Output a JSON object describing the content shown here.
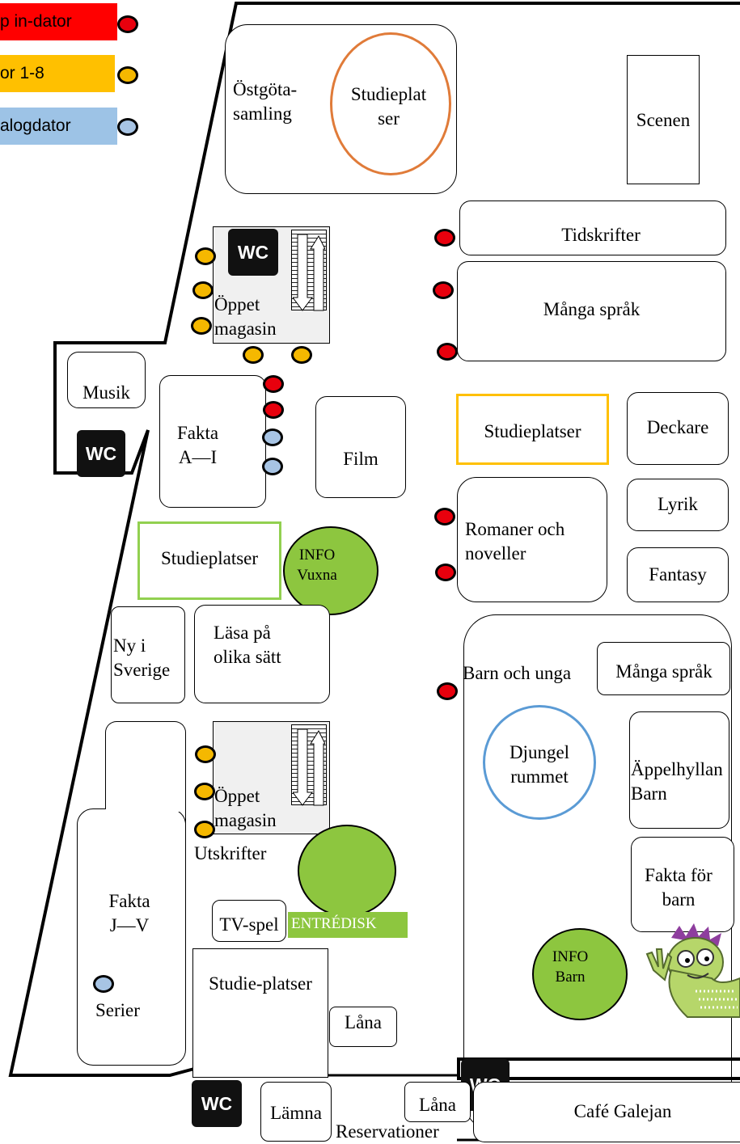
{
  "legend": {
    "items": [
      {
        "label": "p in-dator",
        "color": "#ff0000"
      },
      {
        "label": "or 1-8",
        "color": "#ffc000"
      },
      {
        "label": "alogdator",
        "color": "#9dc3e6"
      }
    ]
  },
  "rooms": {
    "ostgota": "Östgöta-\nsamling",
    "studieplatser_top": "Studieplat\nser",
    "scenen": "Scenen",
    "tidskrifter": "Tidskrifter",
    "manga_sprak": "Många språk",
    "open_mag_top": "Öppet\nmagasin",
    "musik": "Musik",
    "fakta_a_i": "Fakta\nA—I",
    "film": "Film",
    "studieplatser_yellow": "Studieplatser",
    "deckare": "Deckare",
    "lyrik": "Lyrik",
    "studieplatser_green": "Studieplatser",
    "info_vuxna": "INFO\nVuxna",
    "romaner": "Romaner och\nnoveller",
    "fantasy": "Fantasy",
    "ny_i_sverige": "Ny i\nSverige",
    "lasa": "Läsa på\nolika sätt",
    "barn_och_unga": "Barn och unga",
    "manga_sprak_barn": "Många språk",
    "djungel": "Djungel\nrummet",
    "appelhyllan": "Äppelhyllan\nBarn",
    "open_mag_bottom": "Öppet\nmagasin",
    "utskrifter": "Utskrifter",
    "fakta_j_v": "Fakta\nJ—V",
    "tv_spel": "TV-spel",
    "entredisk": "ENTRÉDISK",
    "fakta_barn": "Fakta för\nbarn",
    "info_barn": "INFO\nBarn",
    "studie_platser_bottom": "Studie-platser",
    "serier": "Serier",
    "lana_1": "Låna",
    "lana_2": "Låna",
    "lamna": "Lämna",
    "reservationer": "Reservationer",
    "cafe": "Café Galejan"
  },
  "wc_label": "WC",
  "colors": {
    "red": "#e8000d",
    "yellow": "#f5b800",
    "blue": "#a7c4e4",
    "green": "#8dc63f",
    "orange": "#e07b39",
    "circle_blue": "#5b9bd5",
    "green_outline": "#92d050",
    "yellow_outline": "#ffc000"
  },
  "icons": [
    "stairs-icon",
    "wc-icon",
    "mascot-icon"
  ]
}
